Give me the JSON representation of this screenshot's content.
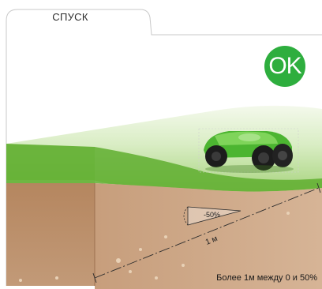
{
  "tab": {
    "label": "СПУСК"
  },
  "status": {
    "badge_text": "OK",
    "badge_color": "#2eae3e"
  },
  "slope": {
    "percent_label": "-50%",
    "distance_label": "1 м"
  },
  "caption": {
    "text": "Более 1м между 0 и 50%"
  },
  "mower": {
    "icon": "robotic-mower-icon",
    "body_color": "#4cb531"
  },
  "colors": {
    "grass": "#6fbf3e",
    "soil": "#b88a68",
    "soil_dark": "#a87a58"
  }
}
